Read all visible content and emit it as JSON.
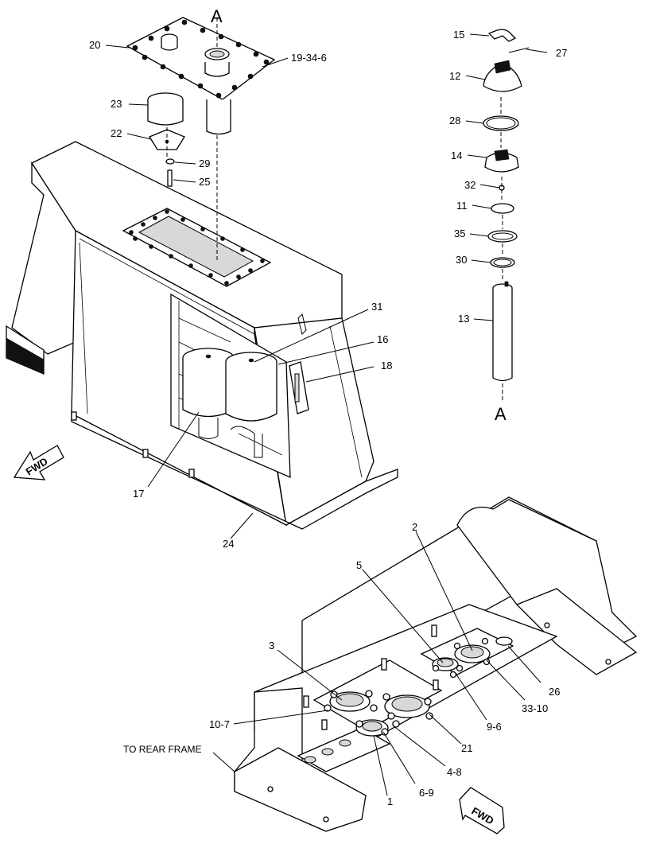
{
  "diagram": {
    "section_markers": {
      "top": "A",
      "bottom": "A"
    },
    "fwd_label_upper": "FWD",
    "fwd_label_lower": "FWD",
    "note_rear_frame": "TO REAR FRAME",
    "callouts": {
      "c20": "20",
      "c19_34_6": "19-34-6",
      "c23": "23",
      "c22": "22",
      "c29": "29",
      "c25": "25",
      "c31": "31",
      "c16": "16",
      "c18": "18",
      "c17": "17",
      "c24": "24",
      "c15": "15",
      "c27": "27",
      "c12": "12",
      "c28": "28",
      "c14": "14",
      "c32": "32",
      "c11": "11",
      "c35": "35",
      "c30": "30",
      "c13": "13",
      "c2": "2",
      "c5": "5",
      "c3": "3",
      "c26": "26",
      "c33_10": "33-10",
      "c9_6": "9-6",
      "c10_7": "10-7",
      "c21": "21",
      "c4_8": "4-8",
      "c6_9": "6-9",
      "c1": "1"
    }
  }
}
